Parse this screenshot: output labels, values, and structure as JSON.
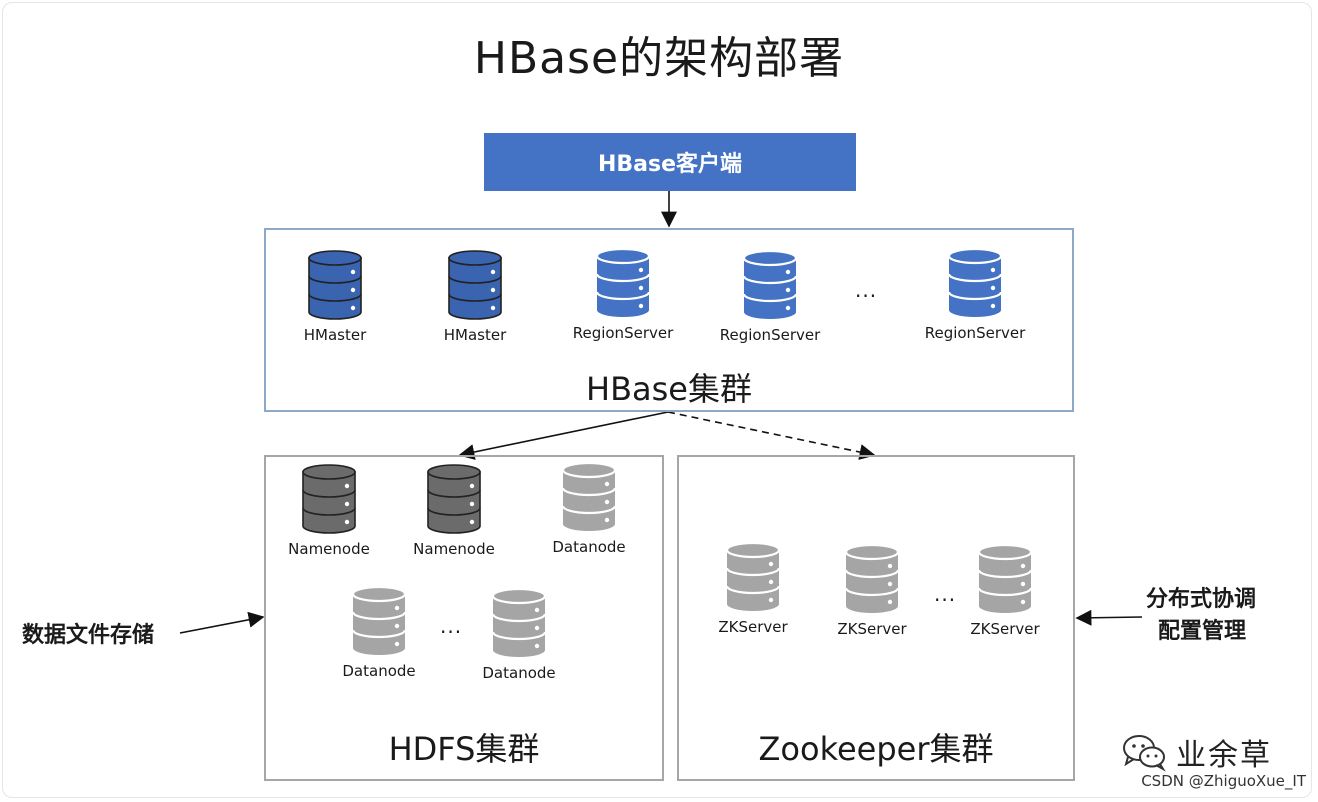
{
  "title": "HBase的架构部署",
  "client": {
    "label": "HBase客户端"
  },
  "hbase_cluster": {
    "label": "HBase集群",
    "nodes": [
      {
        "label": "HMaster",
        "kind": "master"
      },
      {
        "label": "HMaster",
        "kind": "master"
      },
      {
        "label": "RegionServer",
        "kind": "region"
      },
      {
        "label": "RegionServer",
        "kind": "region"
      },
      {
        "label": "RegionServer",
        "kind": "region"
      }
    ],
    "ellipsis": "..."
  },
  "hdfs_cluster": {
    "label": "HDFS集群",
    "nodes": [
      {
        "label": "Namenode",
        "kind": "namenode"
      },
      {
        "label": "Namenode",
        "kind": "namenode"
      },
      {
        "label": "Datanode",
        "kind": "datanode"
      },
      {
        "label": "Datanode",
        "kind": "datanode"
      },
      {
        "label": "Datanode",
        "kind": "datanode"
      }
    ],
    "ellipsis": "..."
  },
  "zk_cluster": {
    "label": "Zookeeper集群",
    "nodes": [
      {
        "label": "ZKServer",
        "kind": "zk"
      },
      {
        "label": "ZKServer",
        "kind": "zk"
      },
      {
        "label": "ZKServer",
        "kind": "zk"
      }
    ],
    "ellipsis": "..."
  },
  "side_labels": {
    "left": "数据文件存储",
    "right_line1": "分布式协调",
    "right_line2": "配置管理"
  },
  "watermark": {
    "text": "业余草",
    "icon": "wechat-icon"
  },
  "credit": "CSDN @ZhiguoXue_IT",
  "colors": {
    "client_bg": "#4472c4",
    "master_db": "#3a63b0",
    "region_db": "#4472c4",
    "namenode_db": "#6b6b6b",
    "datanode_db": "#a5a5a5",
    "hbase_border": "#8ea9c8",
    "cluster_border": "#a6a6a6"
  }
}
